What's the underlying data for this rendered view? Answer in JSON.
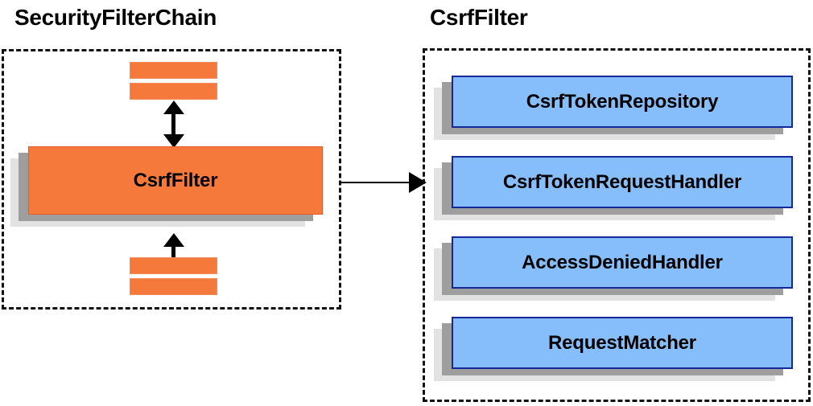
{
  "diagram": {
    "type": "component-relationship-diagram",
    "background": "#ffffff",
    "colors": {
      "orange_fill": "#F4793B",
      "orange_border": "#E4582B",
      "blue_fill": "#85BEFA",
      "blue_border": "#14279B",
      "shadow_dark": "#9E9E9E",
      "shadow_light": "#E2E2E2",
      "outline": "#111111",
      "text": "#000000"
    }
  },
  "left_panel": {
    "title": "SecurityFilterChain",
    "border_style": "dashed",
    "filters_above_label": "",
    "filters_below_label": "",
    "main_component": {
      "label": "CsrfFilter",
      "style": "orange"
    },
    "placeholder_filters_above": [
      "",
      ""
    ],
    "placeholder_filters_below": [
      "",
      ""
    ],
    "arrow_above": "double-headed-vertical",
    "arrow_below": "double-headed-vertical"
  },
  "right_panel": {
    "title": "CsrfFilter",
    "border_style": "dashed",
    "collaborators": [
      {
        "label": "CsrfTokenRepository",
        "style": "blue"
      },
      {
        "label": "CsrfTokenRequestHandler",
        "style": "blue"
      },
      {
        "label": "AccessDeniedHandler",
        "style": "blue"
      },
      {
        "label": "RequestMatcher",
        "style": "blue"
      }
    ]
  },
  "connector": {
    "from": "SecurityFilterChain.CsrfFilter",
    "to": "CsrfFilter panel",
    "style": "solid-arrow-right",
    "label": ""
  }
}
